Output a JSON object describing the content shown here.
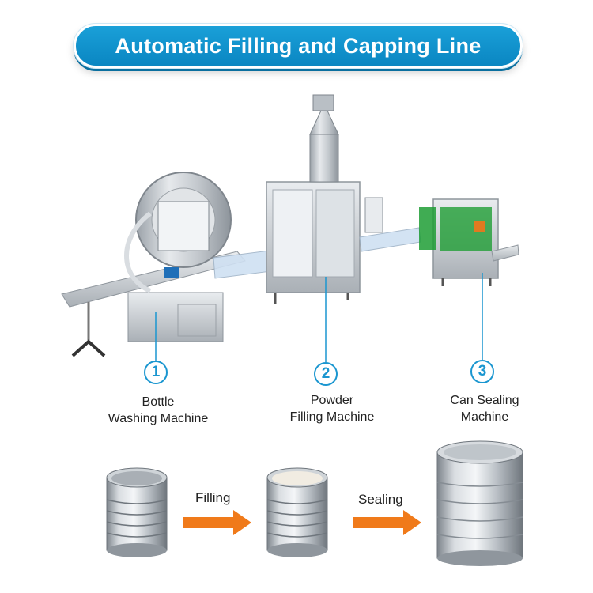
{
  "title": "Automatic Filling and Capping Line",
  "steps": [
    {
      "number": "1",
      "line1": "Bottle",
      "line2": "Washing Machine"
    },
    {
      "number": "2",
      "line1": "Powder",
      "line2": "Filling Machine"
    },
    {
      "number": "3",
      "line1": "Can Sealing",
      "line2": "Machine"
    }
  ],
  "process": {
    "arrow1_label": "Filling",
    "arrow2_label": "Sealing"
  },
  "colors": {
    "accent": "#0f94cf",
    "arrow": "#f07a1a",
    "steel": "#c9ced3",
    "guard": "#1f9e35"
  }
}
